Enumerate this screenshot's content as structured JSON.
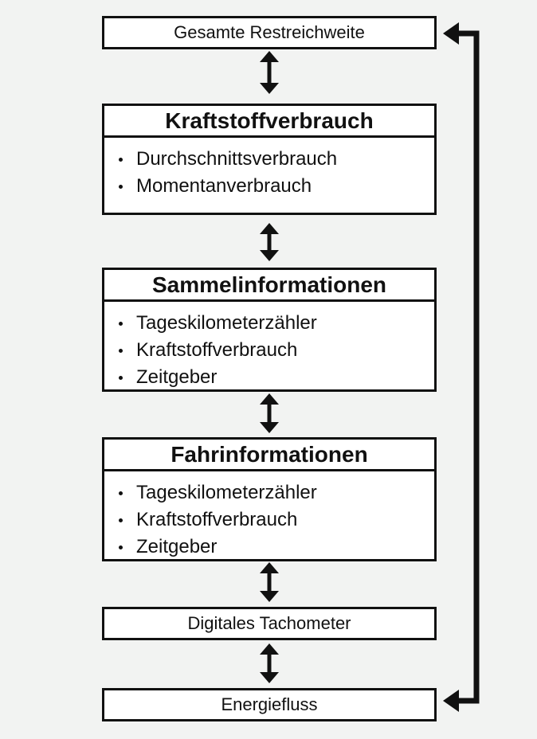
{
  "boxes": {
    "restreichweite": "Gesamte Restreichweite",
    "kraftstoff": {
      "title": "Kraftstoffverbrauch",
      "items": [
        "Durchschnittsverbrauch",
        "Momentanverbrauch"
      ]
    },
    "sammel": {
      "title": "Sammelinformationen",
      "items": [
        "Tageskilometerzähler",
        "Kraftstoffverbrauch",
        "Zeitgeber"
      ]
    },
    "fahr": {
      "title": "Fahrinformationen",
      "items": [
        "Tageskilometerzähler",
        "Kraftstoffverbrauch",
        "Zeitgeber"
      ]
    },
    "tacho": "Digitales Tachometer",
    "energie": "Energiefluss"
  }
}
